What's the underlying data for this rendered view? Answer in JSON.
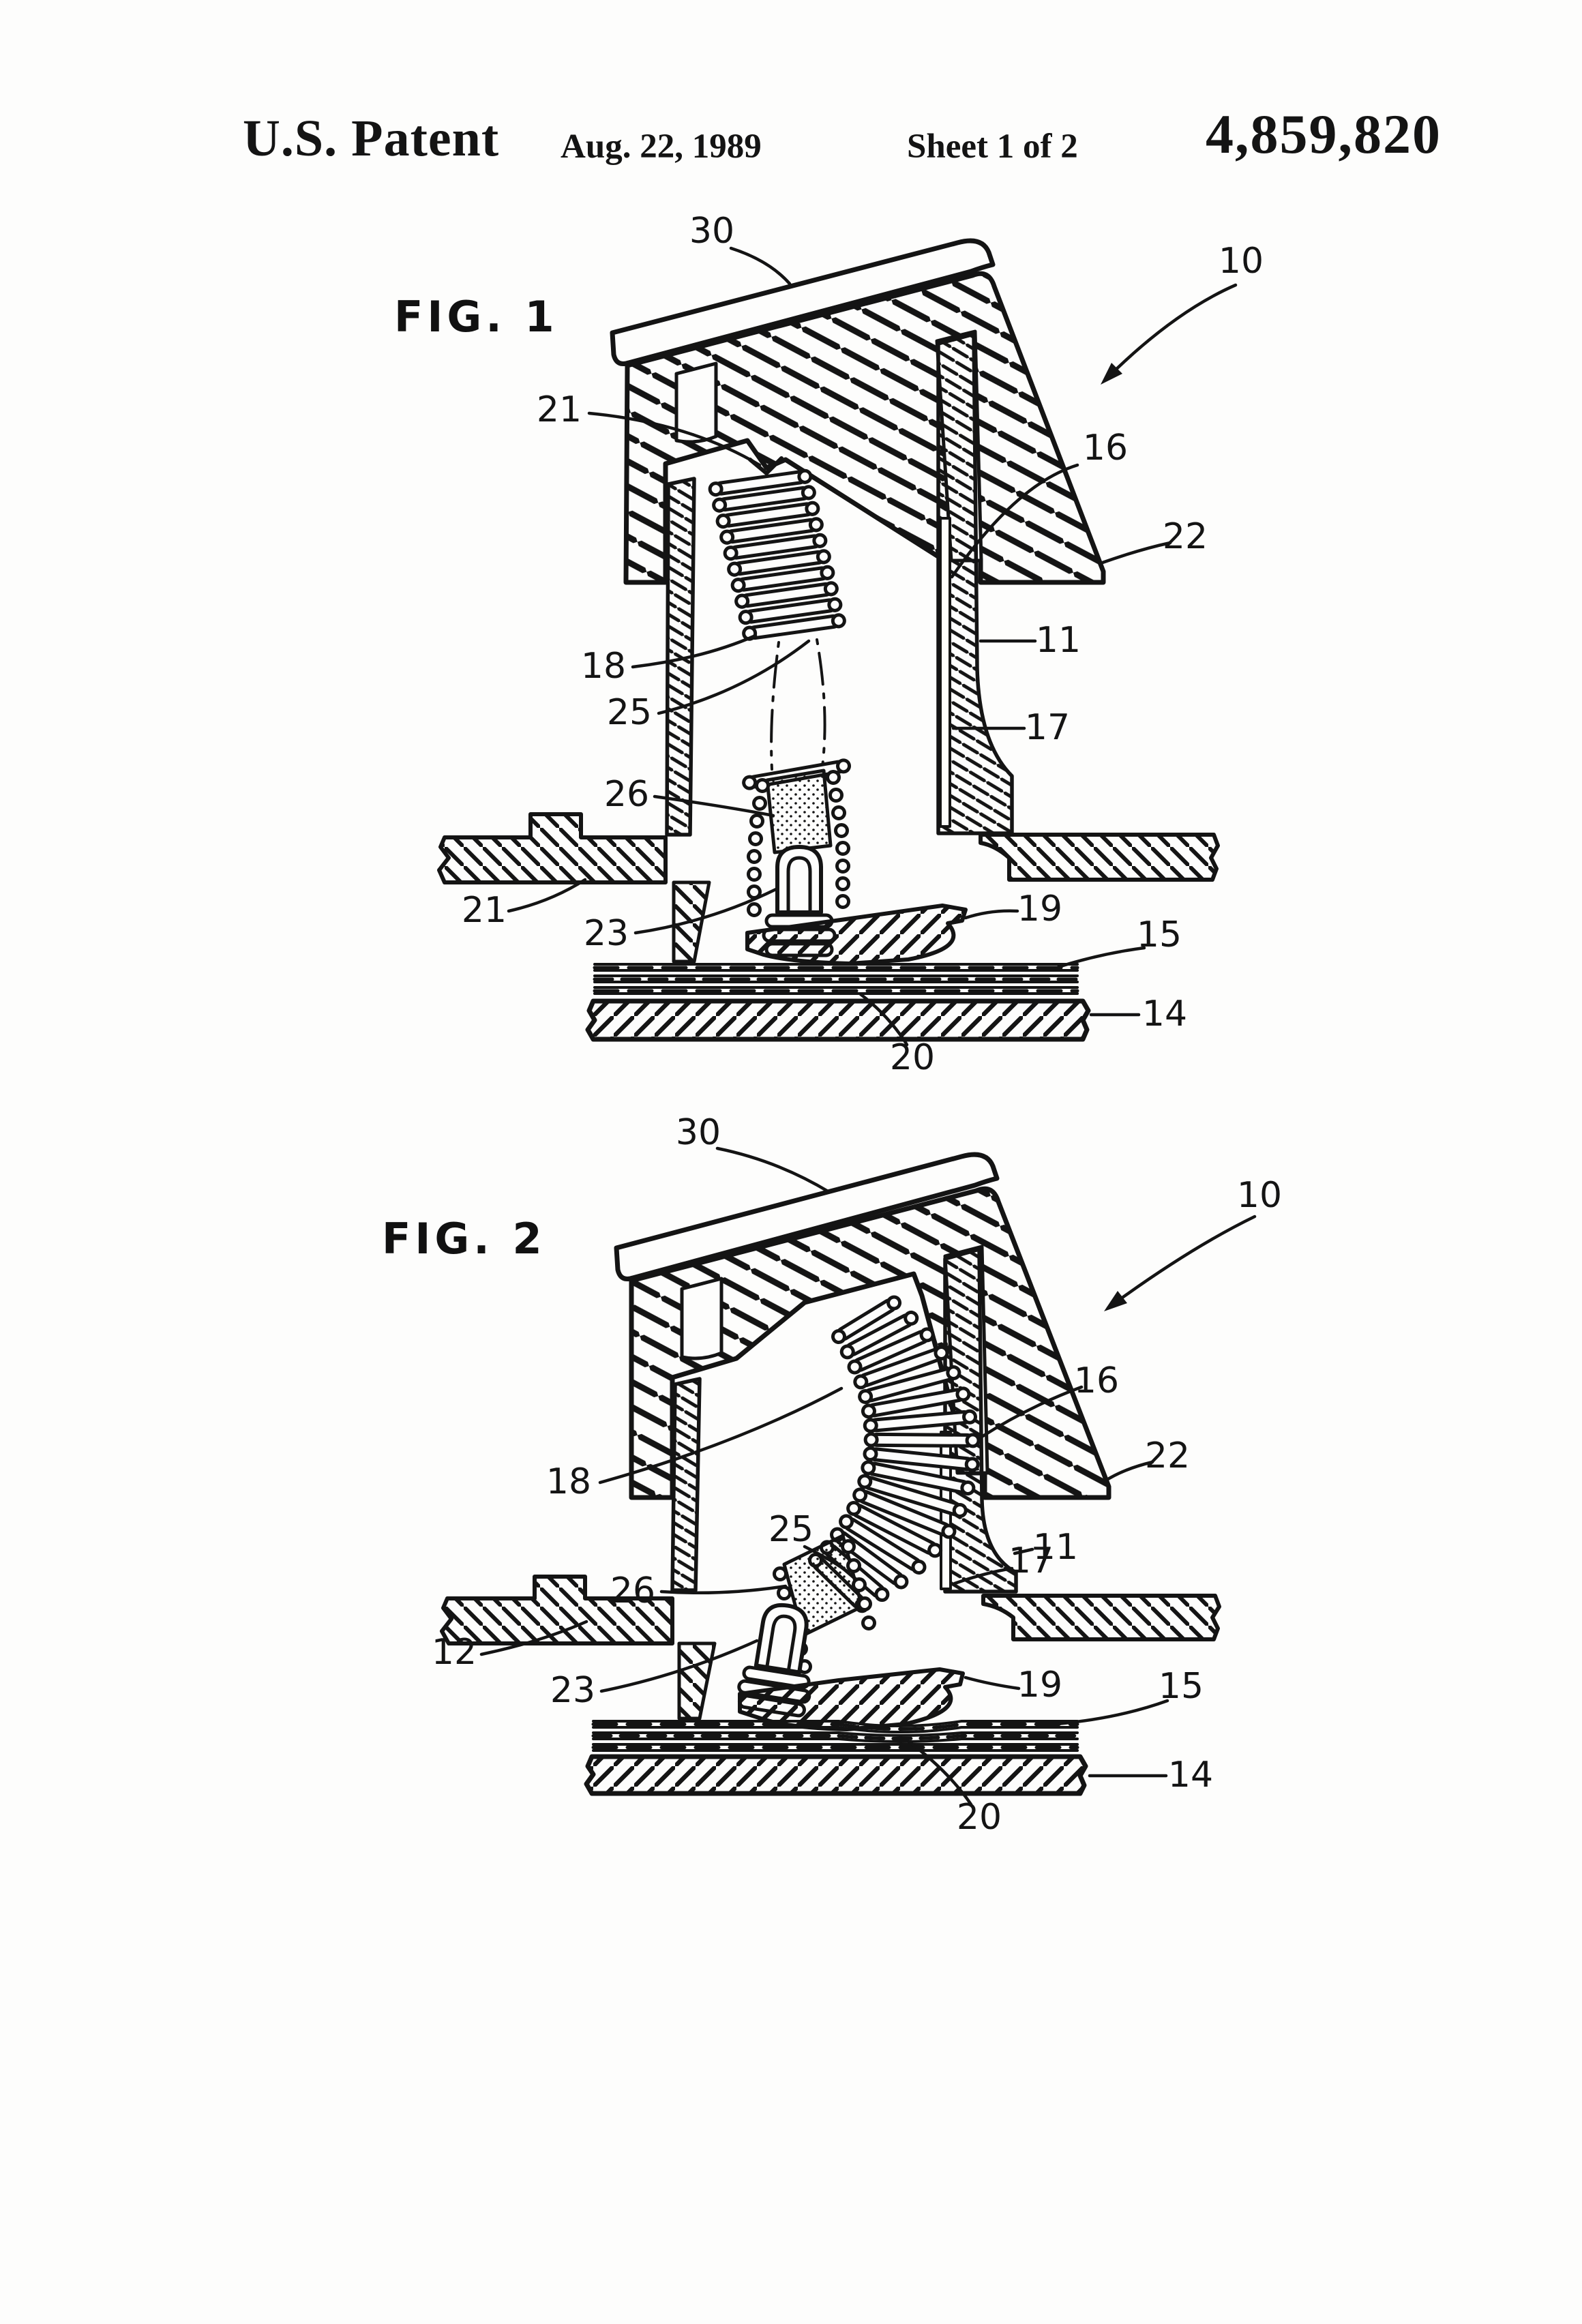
{
  "page": {
    "paper_color": "#fdfdfc",
    "ink_color": "#141414"
  },
  "header": {
    "title": "U.S. Patent",
    "date": "Aug. 22, 1989",
    "sheet": "Sheet 1 of 2",
    "patent_number": "4,859,820"
  },
  "figures": [
    {
      "caption": "FIG. 1",
      "refs": [
        "30",
        "10",
        "21",
        "16",
        "22",
        "11",
        "18",
        "25",
        "17",
        "26",
        "21",
        "23",
        "19",
        "15",
        "14",
        "20"
      ]
    },
    {
      "caption": "FIG. 2",
      "refs": [
        "30",
        "10",
        "16",
        "22",
        "18",
        "11",
        "25",
        "26",
        "17",
        "12",
        "23",
        "19",
        "15",
        "14",
        "20"
      ]
    }
  ]
}
